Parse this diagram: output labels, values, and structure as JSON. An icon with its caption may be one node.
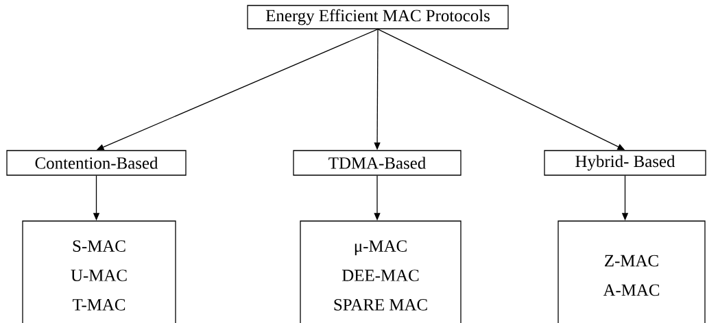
{
  "diagram": {
    "nodes": [
      {
        "text": [
          "Energy Efficient MAC Protocols"
        ]
      },
      {
        "text": [
          "Contention-Based"
        ]
      },
      {
        "text": [
          "TDMA-Based"
        ]
      },
      {
        "text": [
          "Hybrid- Based"
        ]
      },
      {
        "text": [
          "S-MAC",
          "U-MAC",
          "T-MAC"
        ]
      },
      {
        "text": [
          "μ-MAC",
          "DEE-MAC",
          "SPARE MAC"
        ]
      },
      {
        "text": [
          "Z-MAC",
          "A-MAC"
        ]
      }
    ],
    "edges": [
      {
        "from": 0,
        "to": 1,
        "arrow": "to"
      },
      {
        "from": 0,
        "to": 2,
        "arrow": "to"
      },
      {
        "from": 0,
        "to": 3,
        "arrow": "to"
      },
      {
        "from": 1,
        "to": 4,
        "arrow": "to"
      },
      {
        "from": 2,
        "to": 5,
        "arrow": "to"
      },
      {
        "from": 3,
        "to": 6,
        "arrow": "to"
      }
    ]
  }
}
